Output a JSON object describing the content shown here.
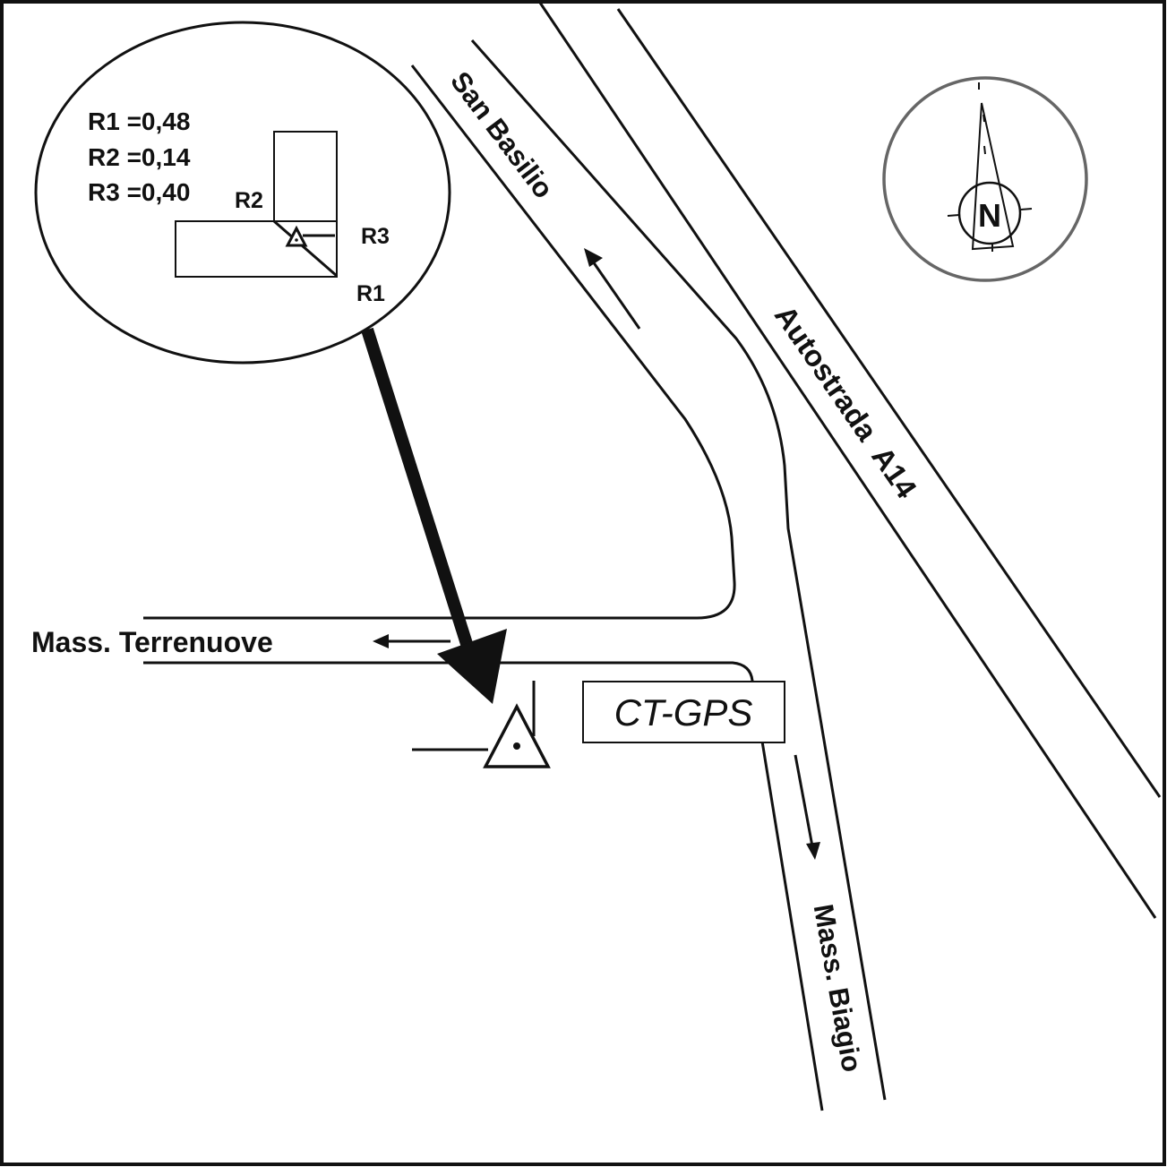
{
  "inset": {
    "values": [
      "R1 =0,48",
      "R2 =0,14",
      "R3 =0,40"
    ],
    "labels": {
      "r1": "R1",
      "r2": "R2",
      "r3": "R3"
    }
  },
  "roads": {
    "san_basilio": "San Basilio",
    "autostrada": "Autostrada  A14",
    "terrenuove": "Mass. Terrenuove",
    "biagio": "Mass. Biagio"
  },
  "station": {
    "label": "CT-GPS"
  },
  "compass": {
    "letter": "N"
  },
  "colors": {
    "ink": "#111111",
    "compass_ring": "#666666"
  }
}
